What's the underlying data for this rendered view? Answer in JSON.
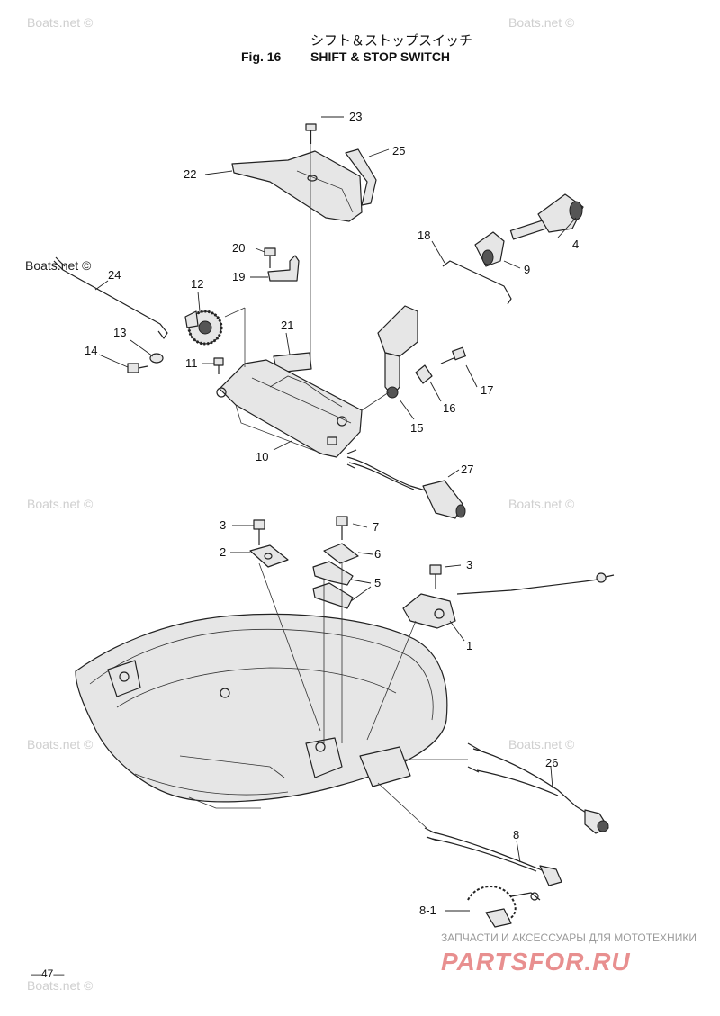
{
  "header": {
    "title_jp": "シフト＆ストップスイッチ",
    "fig_label": "Fig. 16",
    "title_en": "SHIFT & STOP SWITCH"
  },
  "watermark": {
    "text": "Boats.net ©"
  },
  "callouts": [
    "23",
    "25",
    "22",
    "4",
    "18",
    "20",
    "9",
    "24",
    "19",
    "12",
    "21",
    "13",
    "14",
    "11",
    "17",
    "16",
    "15",
    "10",
    "27",
    "3",
    "7",
    "2",
    "6",
    "5",
    "3",
    "1",
    "26",
    "8",
    "8-1"
  ],
  "page_number": "—47—",
  "advert": {
    "tagline": "ЗАПЧАСТИ И АКСЕССУАРЫ ДЛЯ МОТОТЕХНИКИ",
    "brand": "PARTSFOR.RU"
  }
}
